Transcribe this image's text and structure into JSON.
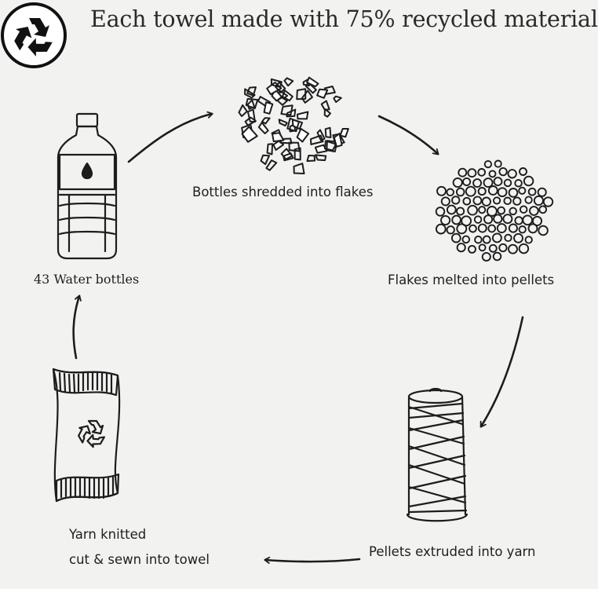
{
  "title": "Each towel made with 75% recycled material",
  "steps": {
    "bottles": "43 Water bottles",
    "flakes": "Bottles shredded into flakes",
    "pellets": "Flakes melted into pellets",
    "yarn": "Pellets extruded into yarn",
    "towel_line1": "Yarn knitted",
    "towel_line2": "cut & sewn into towel"
  },
  "colors": {
    "ink": "#1d1d1d",
    "background": "#f2f2f1"
  },
  "icons": [
    "recycle-icon",
    "water-bottle-icon",
    "plastic-flakes-icon",
    "pellets-icon",
    "yarn-spool-icon",
    "towel-icon"
  ]
}
